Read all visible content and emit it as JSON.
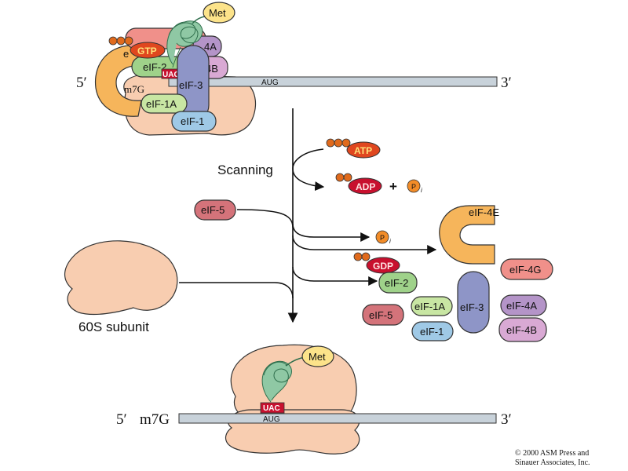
{
  "top_complex": {
    "five_prime": "5′",
    "three_prime": "3′",
    "aug": "AUG",
    "cap": "m7G",
    "met": "Met",
    "gtp": "GTP",
    "uac": "UAC",
    "factors": {
      "eif2": "eIF-2",
      "eif2_partial": "eI",
      "eif4e_partial": "e",
      "eif4a_partial": "4A",
      "eif4b_partial": "4B",
      "eif3": "eIF-3",
      "eif1a": "eIF-1A",
      "eif1": "eIF-1"
    },
    "colors": {
      "eif4e": "#f6b55b",
      "eif4g": "#f0908a",
      "eif4a": "#b494c8",
      "eif4b": "#d9a9d4",
      "eif3": "#8e95c7",
      "eif2": "#9fd28a",
      "eif1a": "#c8e6a3",
      "eif1": "#9fc9e6",
      "ribosome": "#f8cdb0",
      "mrna": "#c8d2da",
      "trna": "#8fc8a4",
      "gtp": "#e0471f",
      "met": "#fce38a"
    }
  },
  "middle": {
    "scanning": "Scanning",
    "atp": "ATP",
    "adp": "ADP",
    "plus": "+",
    "pi": "P",
    "pi_sub": "i",
    "eif5_left": "eIF-5",
    "subunit_label": "60S subunit",
    "released": {
      "eif4e": "eIF-4E",
      "eif4g": "eIF-4G",
      "gdp": "GDP",
      "eif2": "eIF-2",
      "eif1a": "eIF-1A",
      "eif5": "eIF-5",
      "eif3": "eIF-3",
      "eif1": "eIF-1",
      "eif4a": "eIF-4A",
      "eif4b": "eIF-4B"
    }
  },
  "bottom_complex": {
    "five_prime": "5′",
    "cap": "m7G",
    "aug": "AUG",
    "uac": "UAC",
    "met": "Met",
    "three_prime": "3′"
  },
  "copyright": {
    "line1": "© 2000 ASM Press and",
    "line2": "Sinauer Associates, Inc."
  }
}
